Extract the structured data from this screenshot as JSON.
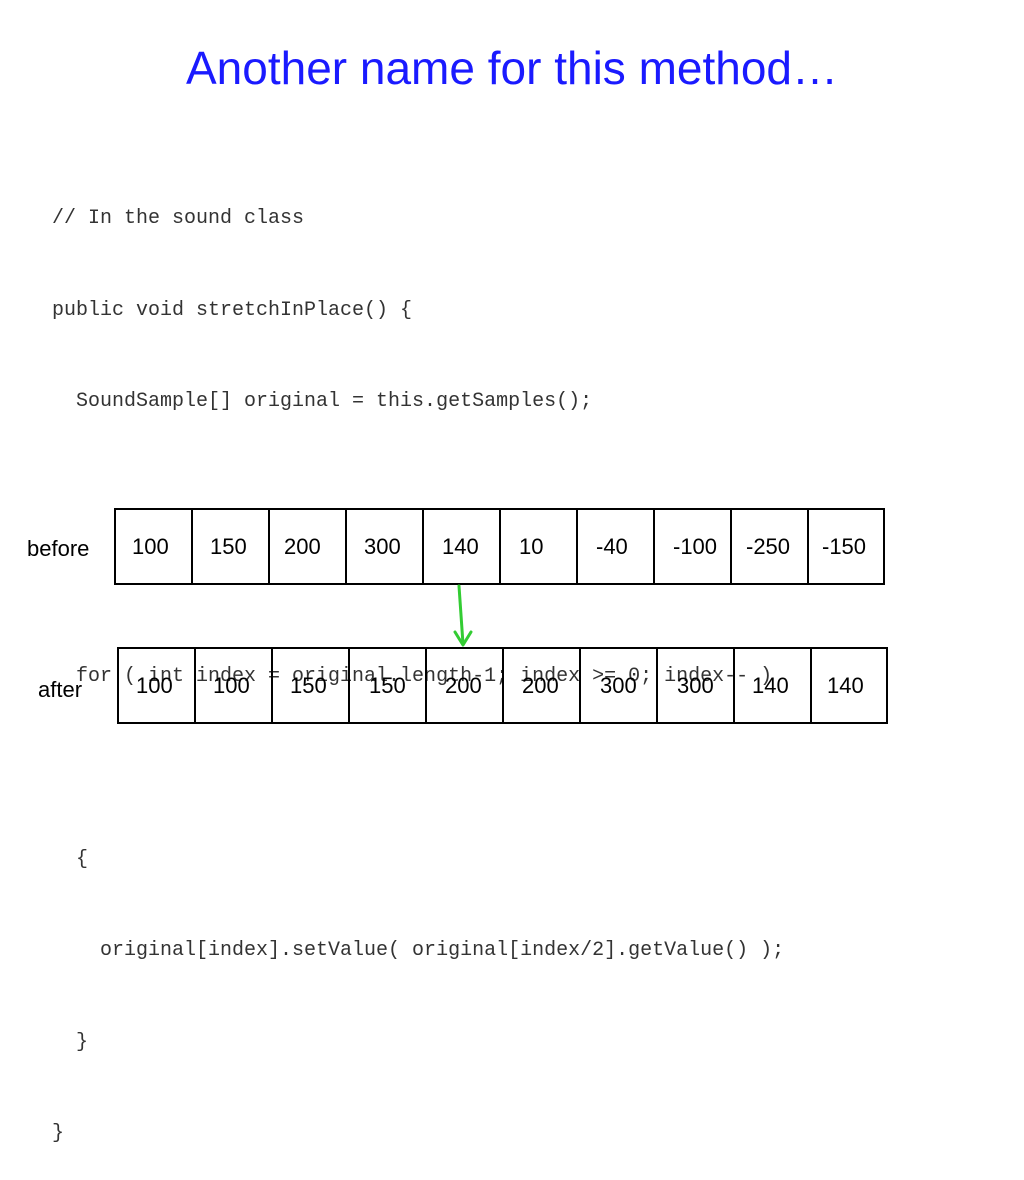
{
  "slide": {
    "title": "Another name for this method…"
  },
  "code": {
    "lines": [
      "// In the sound class",
      "public void stretchInPlace() {",
      "  SoundSample[] original = this.getSamples();",
      "",
      "",
      "  for ( int index = original.length-1; index >= 0; index-- )",
      "",
      "  {",
      "    original[index].setValue( original[index/2].getValue() );",
      "  }",
      "}"
    ]
  },
  "arrays": {
    "before": {
      "label": "before",
      "values": [
        "100",
        "150",
        "200",
        "300",
        "140",
        "10",
        "-40",
        "-100",
        "-250",
        "-150"
      ]
    },
    "after": {
      "label": "after",
      "values": [
        "100",
        "100",
        "150",
        "150",
        "200",
        "200",
        "300",
        "300",
        "140",
        "140"
      ]
    }
  },
  "colors": {
    "title": "#1a1aff",
    "code": "#333333",
    "arrow": "#33cc33"
  },
  "icons": {
    "arrow": "down-arrow-icon"
  }
}
